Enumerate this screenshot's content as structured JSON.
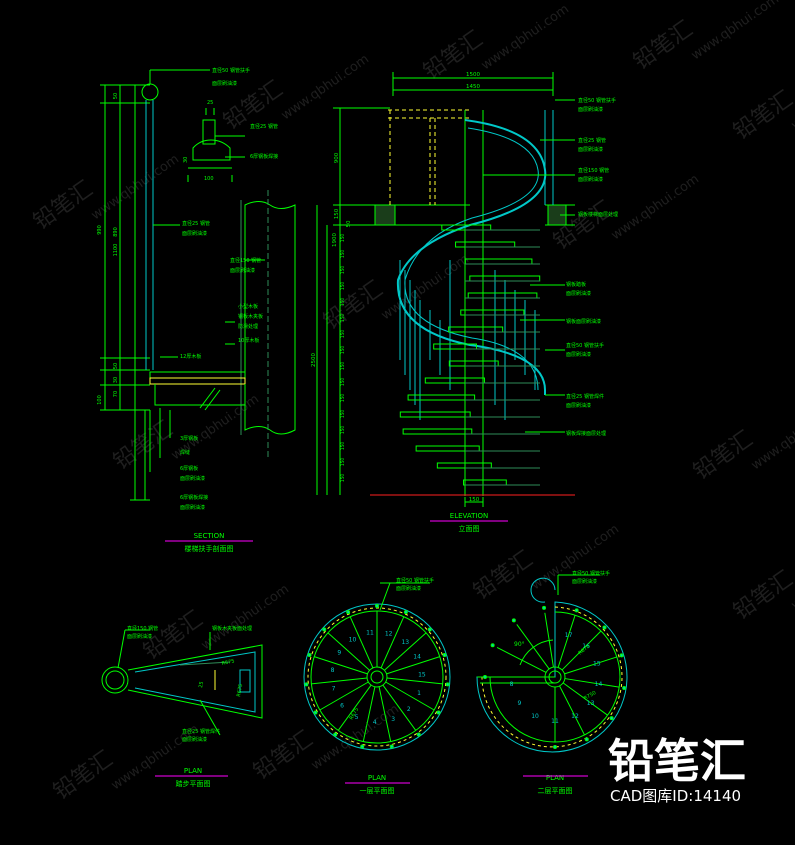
{
  "colors": {
    "background": "#000000",
    "primary": "#00ff00",
    "secondary": "#00c8c8",
    "accent": "#ffff33",
    "dim": "#2e8b57",
    "title_rule": "#ff00ff",
    "ground": "#ff2020",
    "watermark": "#1f1f1f",
    "brand": "#ffffff"
  },
  "section": {
    "title": "SECTION",
    "subtitle": "楼梯扶手剖面图",
    "dims": [
      "50",
      "890",
      "1100",
      "990",
      "50",
      "30",
      "100",
      "70"
    ],
    "dim_rail_25": "25",
    "dim_rail_30": "30",
    "dim_rail_100": "100",
    "labels": [
      "直径50 钢管扶手",
      "面层刷油漆",
      "直径25 钢管",
      "6厚钢板焊接",
      "直径25 钢管",
      "面层刷油漆",
      "直径150 钢管",
      "面层刷油漆",
      "小型木板",
      "钢板木夹板",
      "防滑处理",
      "10厚木板",
      "12厚木板",
      "3厚钢板",
      "焊缝",
      "6厚钢板",
      "面层刷油漆",
      "6厚钢板焊接",
      "面层刷油漆"
    ]
  },
  "elevation": {
    "title": "ELEVATION",
    "subtitle": "立面图",
    "dim_top_outer": "1500",
    "dim_top_inner": "1450",
    "dim_bottom": "150",
    "dims_left": [
      "900",
      "150",
      "50",
      "1900",
      "2500"
    ],
    "riser_labels": [
      "150",
      "150",
      "150",
      "150",
      "150",
      "150",
      "150",
      "150",
      "150",
      "150",
      "150",
      "150",
      "150",
      "150",
      "150",
      "150"
    ],
    "labels": [
      "直径50 钢管扶手",
      "面层刷油漆",
      "直径25 钢管",
      "面层刷油漆",
      "直径150 钢管",
      "面层刷油漆",
      "钢板楼梯面层处理",
      "钢板踏板",
      "面层刷油漆",
      "钢板面层刷油漆",
      "直径50 钢管扶手",
      "面层刷油漆",
      "直径25 钢管焊件",
      "面层刷油漆",
      "钢板焊接面层处理"
    ]
  },
  "tread_plan": {
    "title": "PLAN",
    "subtitle": "踏步平面图",
    "dims": [
      "R675",
      "R675",
      "25"
    ],
    "labels": [
      "直径150 钢管",
      "面层刷油漆",
      "钢板木夹板面处理",
      "直径25 钢管焊件",
      "面层刷油漆"
    ]
  },
  "plan1": {
    "title": "PLAN",
    "subtitle": "一层平面图",
    "numbers": [
      "1",
      "2",
      "3",
      "4",
      "5",
      "6",
      "7",
      "8",
      "9",
      "10",
      "11",
      "12",
      "13",
      "14",
      "15"
    ],
    "labels": [
      "直径50 钢管扶手",
      "面层刷油漆"
    ],
    "dims": [
      "R675"
    ]
  },
  "plan2": {
    "title": "PLAN",
    "subtitle": "二层平面图",
    "numbers": [
      "8",
      "9",
      "10",
      "11",
      "12",
      "13",
      "14",
      "15",
      "16",
      "17"
    ],
    "labels": [
      "直径50 钢管扶手",
      "面层刷油漆"
    ],
    "dims": [
      "90°",
      "R675",
      "R750"
    ]
  },
  "watermark": {
    "brand": "铅笔汇",
    "site": "www.qbhui.com"
  },
  "brand": {
    "name": "铅笔汇",
    "id_line": "CAD图库ID:14140"
  }
}
